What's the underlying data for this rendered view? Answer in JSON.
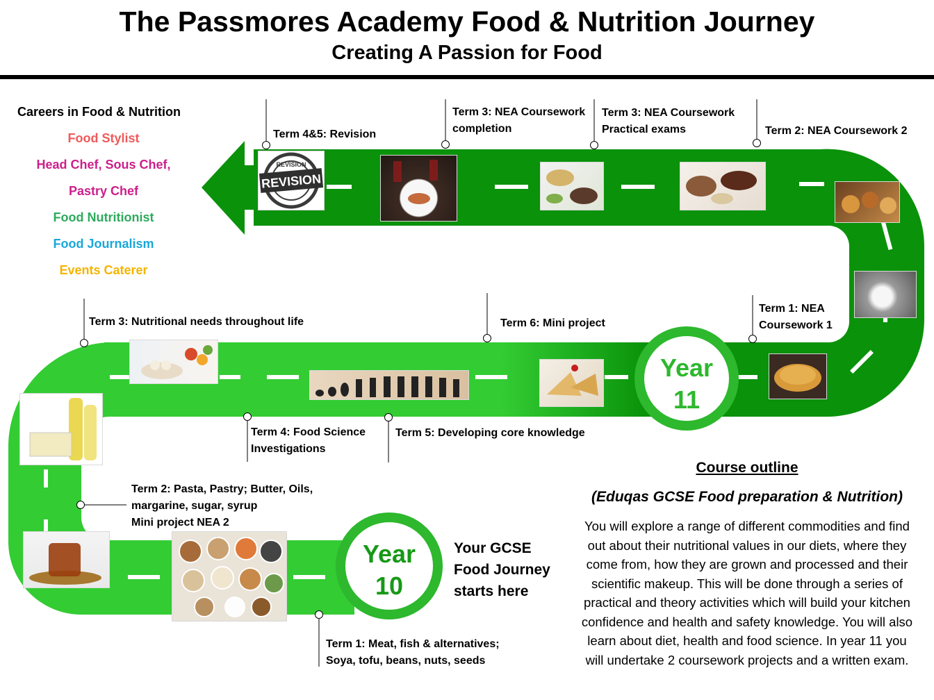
{
  "header": {
    "title": "The Passmores Academy Food & Nutrition Journey",
    "subtitle": "Creating A Passion for Food"
  },
  "careers": {
    "heading": "Careers in Food & Nutrition",
    "items": [
      {
        "label": "Food Stylist",
        "color": "#f05a5a"
      },
      {
        "label": "Head Chef, Sous Chef,",
        "color": "#cc1f8a"
      },
      {
        "label": "Pastry Chef",
        "color": "#cc1f8a"
      },
      {
        "label": "Food Nutritionist",
        "color": "#2eaa5c"
      },
      {
        "label": "Food Journalism",
        "color": "#1aa7d8"
      },
      {
        "label": "Events Caterer",
        "color": "#f4b400"
      }
    ]
  },
  "milestones": {
    "y11_t45": "Term 4&5: Revision",
    "y11_t3a_1": "Term 3: NEA Coursework",
    "y11_t3a_2": "completion",
    "y11_t3b_1": "Term 3: NEA Coursework",
    "y11_t3b_2": "Practical exams",
    "y11_t2": "Term 2: NEA Coursework 2",
    "y11_t1_1": "Term 1: NEA",
    "y11_t1_2": "Coursework 1",
    "y10_t3": "Term 3: Nutritional needs throughout life",
    "y10_t6": "Term 6: Mini project",
    "y10_t4_1": "Term 4: Food Science",
    "y10_t4_2": "Investigations",
    "y10_t5": "Term 5: Developing core knowledge",
    "y10_t2_1": "Term 2: Pasta, Pastry; Butter, Oils,",
    "y10_t2_2": "margarine, sugar, syrup",
    "y10_t2_3": "Mini project NEA 2",
    "y10_t1_1": "Term 1: Meat, fish & alternatives;",
    "y10_t1_2": "Soya, tofu, beans, nuts, seeds"
  },
  "photos": {
    "revision_stamp": {
      "ring_text": "REVISION",
      "banner": "REVISION"
    }
  },
  "years": {
    "year11": {
      "word": "Year",
      "num": "11"
    },
    "year10": {
      "word": "Year",
      "num": "10"
    }
  },
  "start": {
    "line1": "Your GCSE",
    "line2": "Food Journey",
    "line3": "starts here"
  },
  "course": {
    "heading": "Course outline",
    "subheading": "(Eduqas GCSE Food preparation & Nutrition)",
    "body": "You will explore a range of different commodities and find out about their nutritional values in our diets, where they come from, how they are grown and processed and their scientific makeup. This will be done through a series of practical and theory activities which will build your kitchen confidence and health and safety knowledge. You will also learn about diet, health and food science. In year 11 you will undertake 2 coursework projects and a written exam."
  },
  "colors": {
    "road_dark": "#0a920a",
    "road_light": "#33cc33",
    "year_ring": "#2db82d",
    "dash": "#ffffff"
  }
}
